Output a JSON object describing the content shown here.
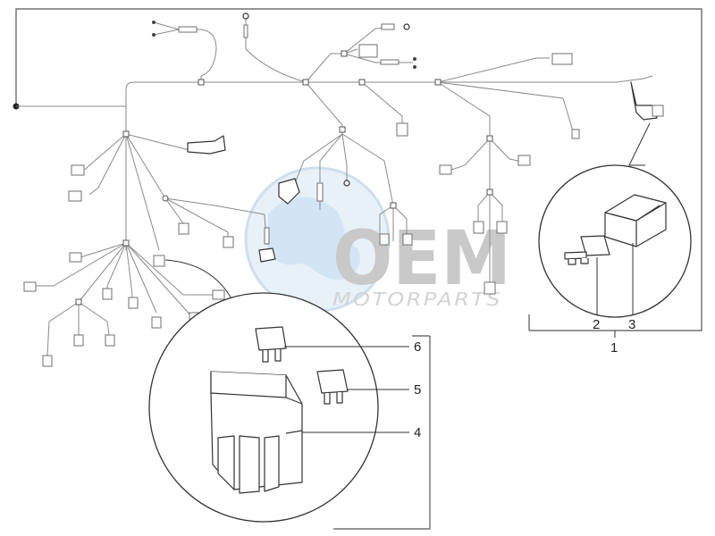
{
  "callouts": {
    "c1": "1",
    "c2": "2",
    "c3": "3",
    "c4": "4",
    "c5": "5",
    "c6": "6"
  },
  "watermark": {
    "brand": "OEM",
    "subtitle": "MOTORPARTS"
  },
  "colors": {
    "line": "#8a8a8a",
    "frame": "#555555",
    "parts": "#333333",
    "watermark_blue": "#cfe3f3"
  }
}
